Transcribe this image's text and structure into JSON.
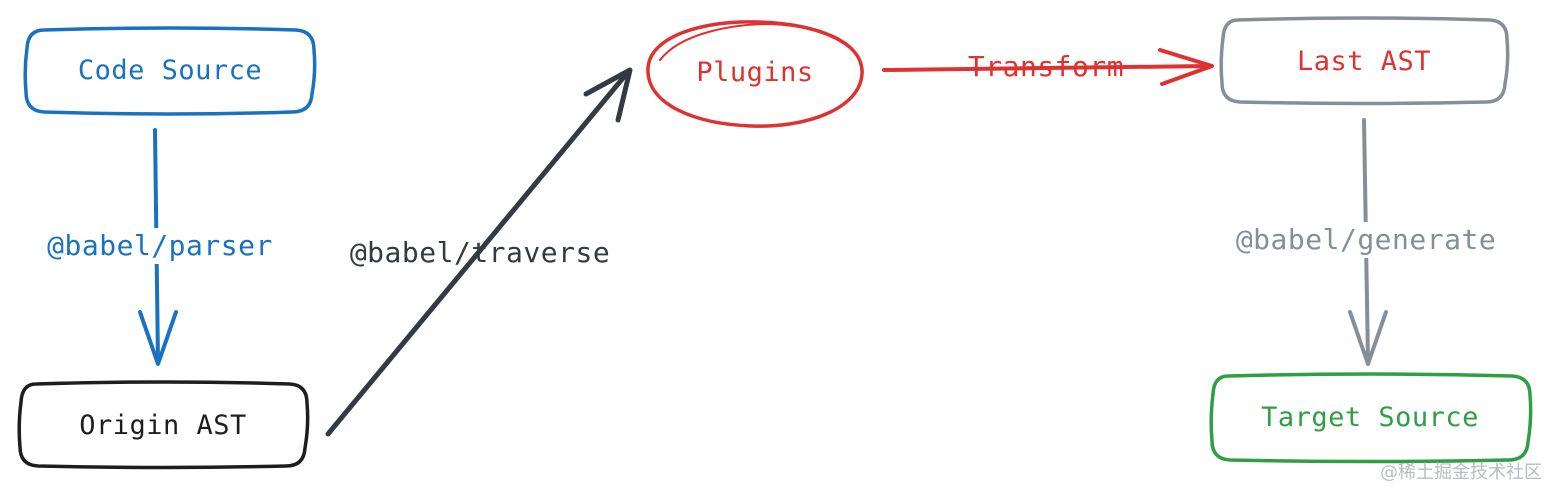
{
  "nodes": {
    "code_source": {
      "label": "Code Source",
      "color": "#1971c2"
    },
    "origin_ast": {
      "label": "Origin AST",
      "color": "#1e1e1e"
    },
    "plugins": {
      "label": "Plugins",
      "color": "#e03131"
    },
    "last_ast": {
      "label": "Last AST",
      "color": "#868e96"
    },
    "target_source": {
      "label": "Target Source",
      "color": "#2f9e44"
    }
  },
  "edges": {
    "parser": {
      "label": "@babel/parser",
      "color": "#1971c2"
    },
    "traverse": {
      "label": "@babel/traverse",
      "color": "#343a40"
    },
    "transform": {
      "label": "Transform",
      "color": "#e03131"
    },
    "generate": {
      "label": "@babel/generate",
      "color": "#868e96"
    }
  },
  "watermark": "@稀土掘金技术社区"
}
